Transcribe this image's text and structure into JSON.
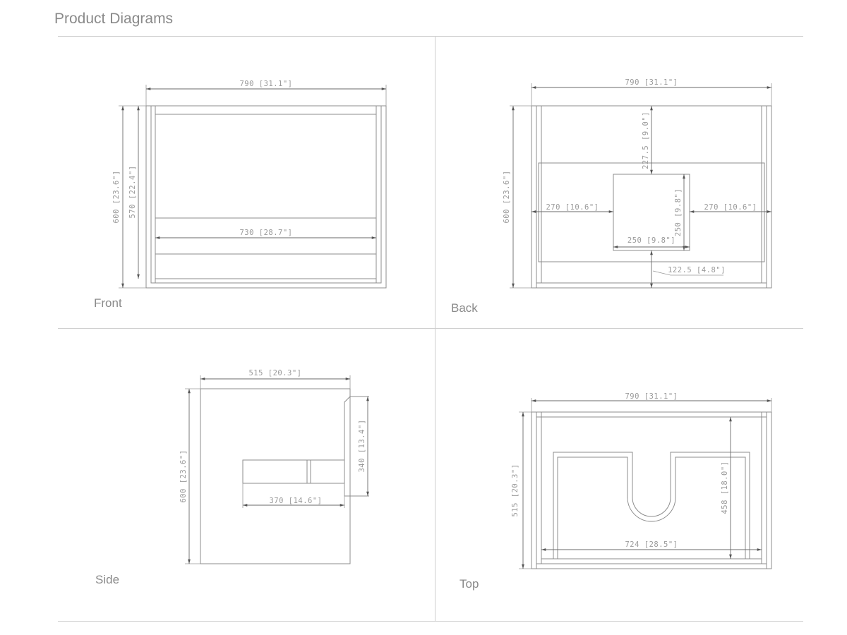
{
  "page": {
    "title": "Product Diagrams"
  },
  "colors": {
    "text": "#8a8a8a",
    "rule": "#cfcfcf",
    "line": "#8c8c8c"
  },
  "views": {
    "front": {
      "label": "Front",
      "dims": {
        "width": "790 [31.1\"]",
        "height": "600 [23.6\"]",
        "inner_height": "570 [22.4\"]",
        "drawer_width": "730 [28.7\"]"
      }
    },
    "back": {
      "label": "Back",
      "dims": {
        "width": "790 [31.1\"]",
        "height": "600 [23.6\"]",
        "top_gap": "227.5 [9.0\"]",
        "left": "270 [10.6\"]",
        "right": "270 [10.6\"]",
        "cutout_height": "250 [9.8\"]",
        "cutout_width": "250 [9.8\"]",
        "bottom": "122.5 [4.8\"]"
      }
    },
    "side": {
      "label": "Side",
      "dims": {
        "depth": "515 [20.3\"]",
        "height": "600 [23.6\"]",
        "drawer": "370 [14.6\"]",
        "front_height": "340 [13.4\"]"
      }
    },
    "top": {
      "label": "Top",
      "dims": {
        "width": "790 [31.1\"]",
        "depth": "515 [20.3\"]",
        "inner_depth": "458 [18.0\"]",
        "inner_width": "724 [28.5\"]"
      }
    }
  }
}
